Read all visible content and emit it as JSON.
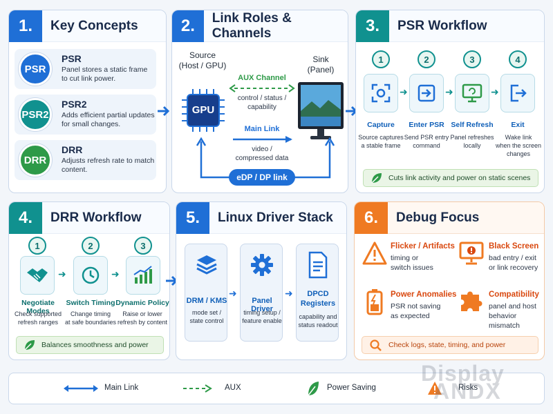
{
  "panels": {
    "p1": {
      "num": "1.",
      "title": "Key Concepts"
    },
    "p2": {
      "num": "2.",
      "title": "Link Roles & Channels"
    },
    "p3": {
      "num": "3.",
      "title": "PSR Workflow"
    },
    "p4": {
      "num": "4.",
      "title": "DRR Workflow"
    },
    "p5": {
      "num": "5.",
      "title": "Linux Driver Stack"
    },
    "p6": {
      "num": "6.",
      "title": "Debug Focus"
    }
  },
  "concepts": [
    {
      "badge": "PSR",
      "name": "PSR",
      "desc": "Panel stores a static frame to cut link power.",
      "color": "#1f6fd6"
    },
    {
      "badge": "PSR2",
      "name": "PSR2",
      "desc": "Adds efficient partial updates for small changes.",
      "color": "#10918f"
    },
    {
      "badge": "DRR",
      "name": "DRR",
      "desc": "Adjusts refresh rate to match content.",
      "color": "#2e9a48"
    }
  ],
  "link": {
    "source_title": "Source",
    "source_sub": "(Host / GPU)",
    "sink_title": "Sink",
    "sink_sub": "(Panel)",
    "gpu_label": "GPU",
    "aux_label": "AUX Channel",
    "aux_desc_1": "control / status /",
    "aux_desc_2": "capability",
    "main_label": "Main Link",
    "main_desc_1": "video /",
    "main_desc_2": "compressed data",
    "edp_label": "eDP / DP link"
  },
  "psr": {
    "steps": [
      {
        "num": "1",
        "label": "Capture",
        "desc_1": "Source captures",
        "desc_2": "a stable frame",
        "desc_3": ""
      },
      {
        "num": "2",
        "label": "Enter PSR",
        "desc_1": "Send PSR entry",
        "desc_2": "command",
        "desc_3": ""
      },
      {
        "num": "3",
        "label": "Self Refresh",
        "desc_1": "Panel refreshes",
        "desc_2": "locally",
        "desc_3": ""
      },
      {
        "num": "4",
        "label": "Exit",
        "desc_1": "Wake link",
        "desc_2": "when the screen",
        "desc_3": "changes"
      }
    ],
    "footer": "Cuts link activity and power on static scenes"
  },
  "drr": {
    "steps": [
      {
        "num": "1",
        "label": "Negotiate Modes",
        "desc_1": "Check supported",
        "desc_2": "refresh ranges"
      },
      {
        "num": "2",
        "label": "Switch Timing",
        "desc_1": "Change timing",
        "desc_2": "at safe boundaries"
      },
      {
        "num": "3",
        "label": "Dynamic Policy",
        "desc_1": "Raise or lower",
        "desc_2": "refresh by content"
      }
    ],
    "footer": "Balances smoothness and power"
  },
  "stack": [
    {
      "label_1": "DRM / KMS",
      "label_2": "",
      "desc_1": "mode set /",
      "desc_2": "state control"
    },
    {
      "label_1": "Panel Driver",
      "label_2": "",
      "desc_1": "timing setup /",
      "desc_2": "feature enable"
    },
    {
      "label_1": "DPCD",
      "label_2": "Registers",
      "desc_1": "capability and",
      "desc_2": "status readout"
    }
  ],
  "debug": {
    "items": [
      {
        "title": "Flicker / Artifacts",
        "desc_1": "timing or",
        "desc_2": "switch issues"
      },
      {
        "title": "Black Screen",
        "desc_1": "bad entry / exit",
        "desc_2": "or link recovery"
      },
      {
        "title": "Power Anomalies",
        "desc_1": "PSR not saving",
        "desc_2": "as expected"
      },
      {
        "title": "Compatibility",
        "desc_1": "panel and host",
        "desc_2": "behavior mismatch"
      }
    ],
    "footer": "Check logs, state, timing, and power"
  },
  "legend": {
    "main_link": "Main Link",
    "aux": "AUX",
    "power_saving": "Power Saving",
    "risks": "Risks"
  },
  "watermark": {
    "line1": "Display",
    "line2": "ANDX"
  },
  "colors": {
    "blue": "#1f6fd6",
    "teal": "#10918f",
    "orange": "#ef7a22",
    "green": "#2e9a48"
  }
}
